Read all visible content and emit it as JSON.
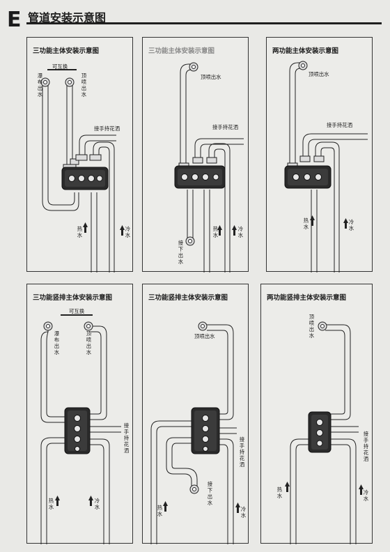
{
  "header": {
    "section_letter": "E",
    "title": "管道安装示意图"
  },
  "panels": [
    {
      "title": "三功能主体安装示意图",
      "swap": "可互换",
      "outlet_a": "瀑布出水",
      "outlet_b": "顶喷出水",
      "shower": "接手持花洒",
      "hot": "热水",
      "cold": "冷水"
    },
    {
      "title": "三功能主体安装示意图",
      "top_outlet": "顶喷出水",
      "shower": "接手持花洒",
      "lower": "接下出水",
      "hot": "热水",
      "cold": "冷水"
    },
    {
      "title": "两功能主体安装示意图",
      "top_outlet": "顶喷出水",
      "shower": "接手持花洒",
      "hot": "热水",
      "cold": "冷水"
    },
    {
      "title": "三功能竖排主体安装示意图",
      "swap": "可互换",
      "outlet_a": "瀑布出水",
      "outlet_b": "顶喷出水",
      "shower": "接手持花洒",
      "hot": "热水",
      "cold": "冷水"
    },
    {
      "title": "三功能竖排主体安装示意图",
      "top_outlet": "顶喷出水",
      "shower": "接手持花洒",
      "lower": "接下出水",
      "hot": "热水",
      "cold": "冷水"
    },
    {
      "title": "两功能竖排主体安装示意图",
      "top_outlet": "顶喷出水",
      "shower": "接手持花洒",
      "hot": "热水",
      "cold": "冷水"
    }
  ]
}
